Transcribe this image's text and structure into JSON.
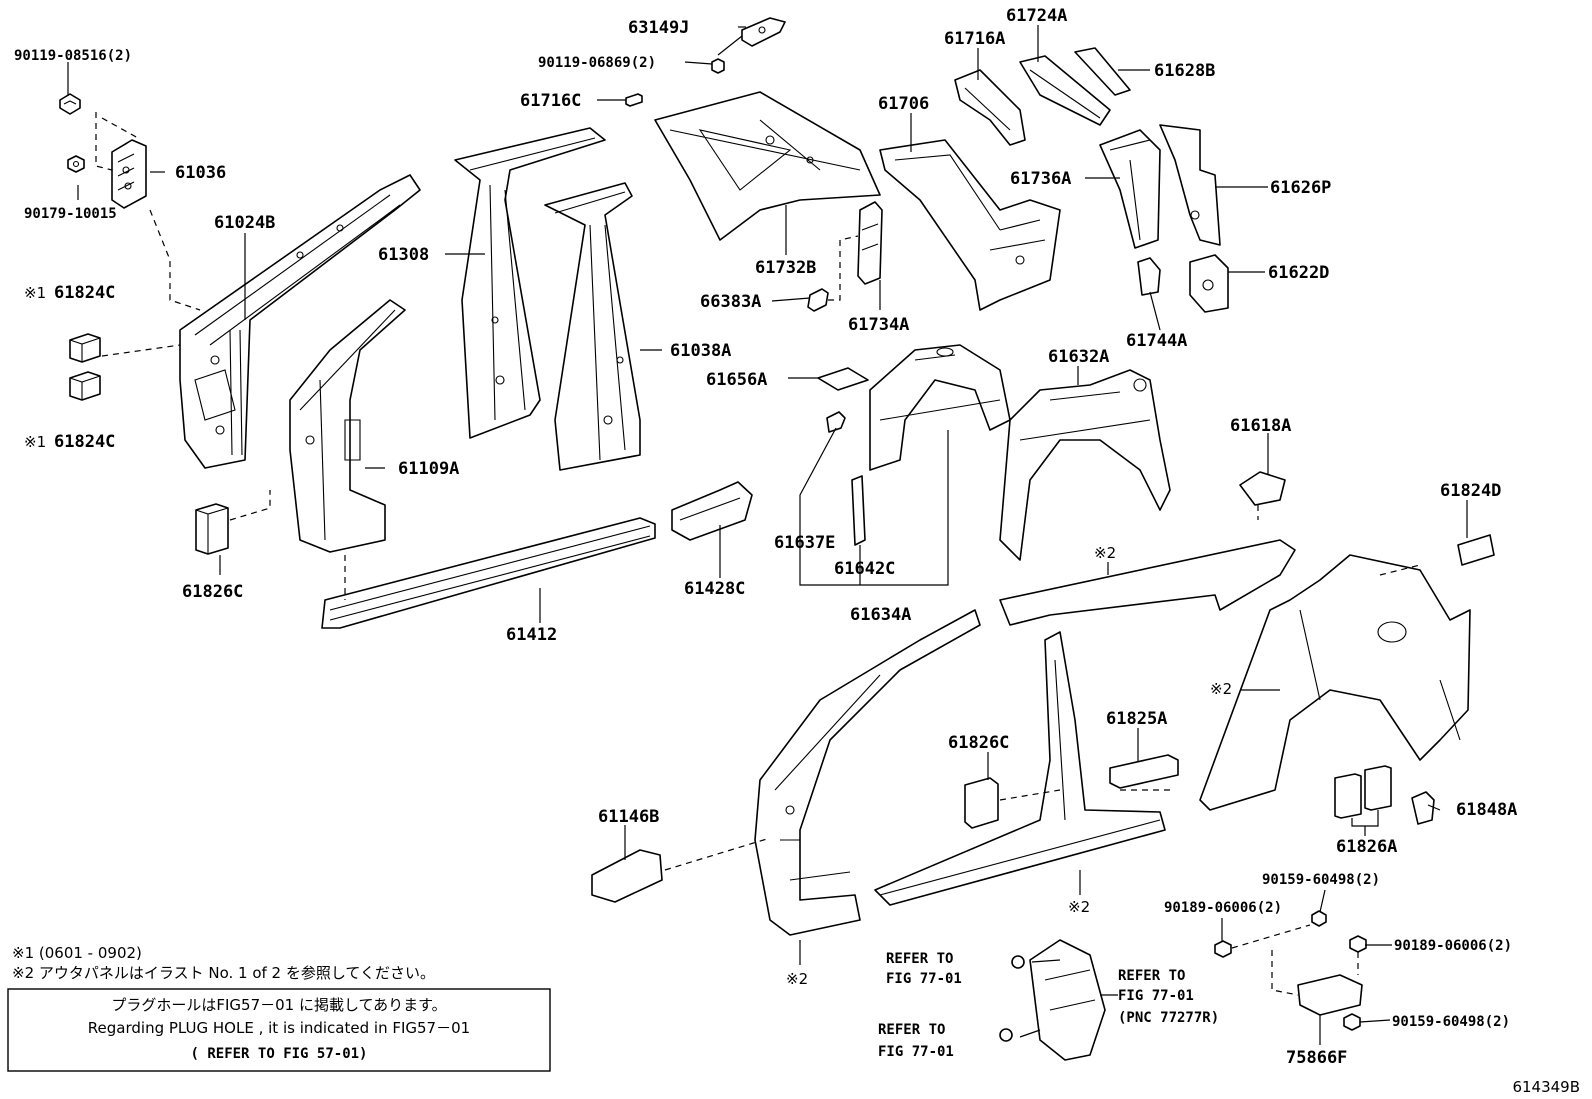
{
  "labels": {
    "p90119_08516": "90119-08516(2)",
    "p61036": "61036",
    "p90179_10015": "90179-10015",
    "p61024B": "61024B",
    "p61824C_a": "61824C",
    "p61824C_b": "61824C",
    "mark1_a": "※1",
    "mark1_b": "※1",
    "p61308": "61308",
    "p61038A": "61038A",
    "p61109A": "61109A",
    "p61826C_a": "61826C",
    "p61412": "61412",
    "p63149J": "63149J",
    "p90119_06869": "90119-06869(2)",
    "p61716C": "61716C",
    "p61732B": "61732B",
    "p66383A": "66383A",
    "p61734A": "61734A",
    "p61656A": "61656A",
    "p61637E": "61637E",
    "p61642C": "61642C",
    "p61634A": "61634A",
    "p61428C": "61428C",
    "p61724A": "61724A",
    "p61716A": "61716A",
    "p61628B": "61628B",
    "p61706": "61706",
    "p61736A": "61736A",
    "p61626P": "61626P",
    "p61622D": "61622D",
    "p61744A": "61744A",
    "p61632A": "61632A",
    "p61618A": "61618A",
    "p61824D": "61824D",
    "mark2_top": "※2",
    "mark2_rear": "※2",
    "mark2_rocker": "※2",
    "mark2_front": "※2",
    "p61826C_b": "61826C",
    "p61825A": "61825A",
    "p61146B": "61146B",
    "p61848A": "61848A",
    "p61826A": "61826A",
    "p90159_60498_a": "90159-60498(2)",
    "p90189_06006_a": "90189-06006(2)",
    "p90189_06006_b": "90189-06006(2)",
    "p90159_60498_b": "90159-60498(2)",
    "p75866F": "75866F",
    "refer1_a": "REFER TO",
    "refer1_b": "FIG 77-01",
    "refer2_a": "REFER TO",
    "refer2_b": "FIG 77-01",
    "refer2_c": "(PNC 77277R)",
    "refer3_a": "REFER TO",
    "refer3_b": "FIG 77-01"
  },
  "notes": {
    "note1": "※1 (0601 - 0902)",
    "note2": "※2 アウタパネルはイラスト No. 1 of 2 を参照してください。"
  },
  "box": {
    "line1": "プラグホールはFIG57－01 に掲載してあります。",
    "line2": "Regarding  PLUG HOLE , it is indicated in  FIG57－01",
    "line3": "( REFER TO FIG 57-01)"
  },
  "figure_id": "614349B"
}
